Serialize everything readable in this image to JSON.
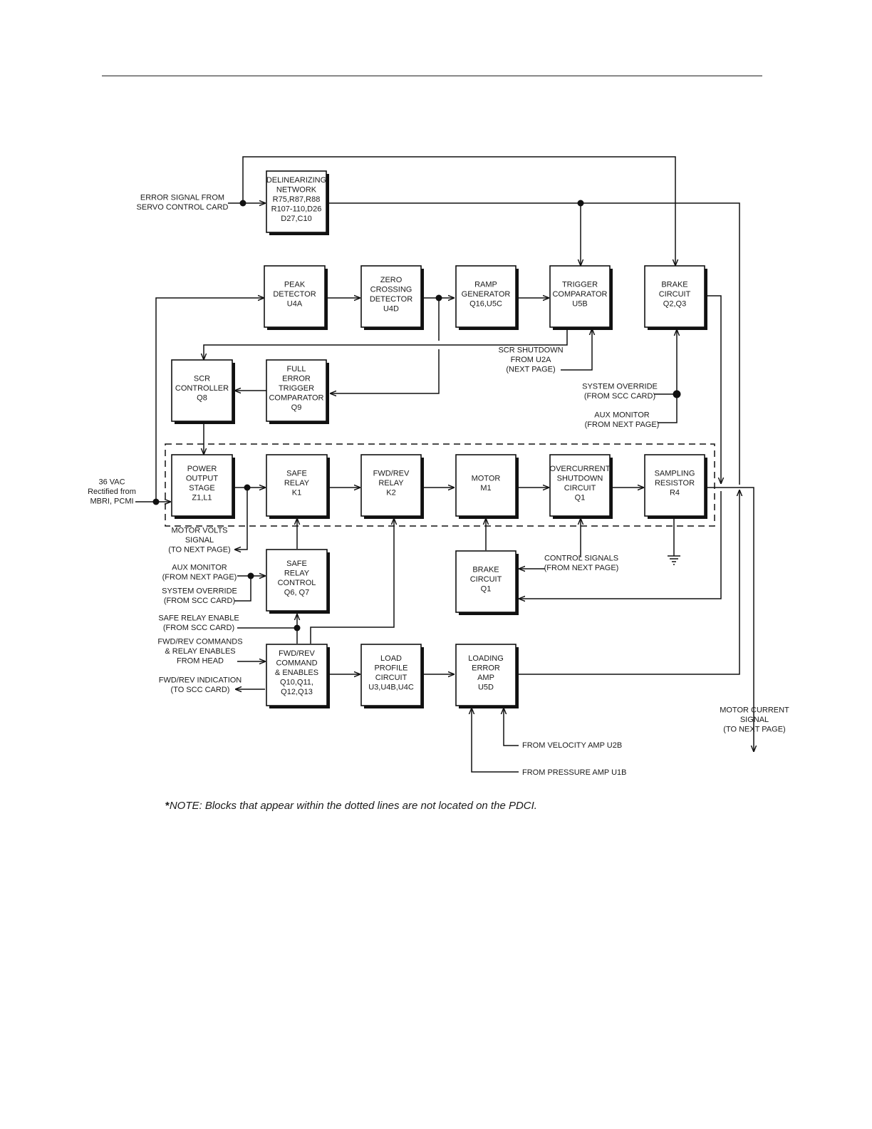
{
  "blocks": {
    "delinearizing": [
      "DELINEARIZING",
      "NETWORK",
      "R75,R87,R88",
      "R107-110,D26",
      "D27,C10"
    ],
    "peak": [
      "PEAK",
      "DETECTOR",
      "U4A"
    ],
    "zero": [
      "ZERO",
      "CROSSING",
      "DETECTOR",
      "U4D"
    ],
    "ramp": [
      "RAMP",
      "GENERATOR",
      "Q16,U5C"
    ],
    "trigger": [
      "TRIGGER",
      "COMPARATOR",
      "U5B"
    ],
    "brake_top": [
      "BRAKE",
      "CIRCUIT",
      "Q2,Q3"
    ],
    "scr": [
      "SCR",
      "CONTROLLER",
      "Q8"
    ],
    "full_error": [
      "FULL",
      "ERROR",
      "TRIGGER",
      "COMPARATOR",
      "Q9"
    ],
    "power": [
      "POWER",
      "OUTPUT",
      "STAGE",
      "Z1,L1"
    ],
    "safe_relay": [
      "SAFE",
      "RELAY",
      "K1"
    ],
    "fwdrev_relay": [
      "FWD/REV",
      "RELAY",
      "K2"
    ],
    "motor": [
      "MOTOR",
      "M1"
    ],
    "overcurrent": [
      "OVERCURRENT",
      "SHUTDOWN",
      "CIRCUIT",
      "Q1"
    ],
    "sampling": [
      "SAMPLING",
      "RESISTOR",
      "R4"
    ],
    "safe_relay_control": [
      "SAFE",
      "RELAY",
      "CONTROL",
      "Q6, Q7"
    ],
    "brake_q1": [
      "BRAKE",
      "CIRCUIT",
      "Q1"
    ],
    "fwdrev_cmd": [
      "FWD/REV",
      "COMMAND",
      "& ENABLES",
      "Q10,Q11,",
      "Q12,Q13"
    ],
    "load_profile": [
      "LOAD",
      "PROFILE",
      "CIRCUIT",
      "U3,U4B,U4C"
    ],
    "loading_error": [
      "LOADING",
      "ERROR",
      "AMP",
      "U5D"
    ]
  },
  "labels": {
    "error_signal": [
      "ERROR SIGNAL FROM",
      "SERVO CONTROL CARD"
    ],
    "scr_shutdown": [
      "SCR SHUTDOWN",
      "FROM U2A",
      "(NEXT PAGE)"
    ],
    "system_override_right": [
      "SYSTEM OVERRIDE",
      "(FROM SCC CARD)"
    ],
    "aux_monitor_right": [
      "AUX MONITOR",
      "(FROM NEXT PAGE)"
    ],
    "vac_36": [
      "36 VAC",
      "Rectified from",
      "MBRI, PCMI"
    ],
    "motor_volts": [
      "MOTOR VOLTS",
      "SIGNAL",
      "(TO NEXT PAGE)"
    ],
    "aux_monitor_left": [
      "AUX MONITOR",
      "(FROM NEXT PAGE)"
    ],
    "system_override_left": [
      "SYSTEM OVERRIDE",
      "(FROM SCC CARD)"
    ],
    "safe_relay_enable": [
      "SAFE RELAY ENABLE",
      "(FROM SCC CARD)"
    ],
    "fwdrev_commands": [
      "FWD/REV COMMANDS",
      "& RELAY ENABLES",
      "FROM HEAD"
    ],
    "fwdrev_indication": [
      "FWD/REV INDICATION",
      "(TO SCC CARD)"
    ],
    "control_signals": [
      "CONTROL SIGNALS",
      "(FROM NEXT PAGE)"
    ],
    "motor_current": [
      "MOTOR CURRENT",
      "SIGNAL",
      "(TO NEXT PAGE)"
    ],
    "from_velocity": [
      "FROM  VELOCITY  AMP  U2B"
    ],
    "from_pressure": [
      "FROM  PRESSURE  AMP  U1B"
    ]
  },
  "note": {
    "star": "*",
    "text": "NOTE:  Blocks that appear within the dotted lines are not located on the PDCI."
  }
}
